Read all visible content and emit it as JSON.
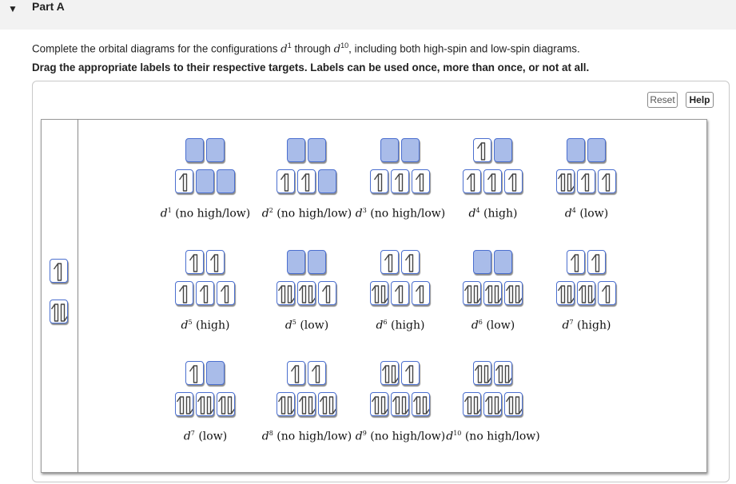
{
  "part": {
    "caret_icon": "caret-down-icon",
    "title": "Part A"
  },
  "instructions": {
    "line1_prefix": "Complete the orbital diagrams for the configurations ",
    "d_symbol": "d",
    "start_exp": "1",
    "through": " through ",
    "end_exp": "10",
    "line1_suffix": ", including both high-spin and low-spin diagrams.",
    "line2": "Drag the appropriate labels to their respective targets. Labels can be used once, more than once, or not at all."
  },
  "buttons": {
    "reset": "Reset",
    "help": "Help"
  },
  "palette": [
    {
      "symbol": "single-up-arrow"
    },
    {
      "symbol": "paired-up-down-arrows"
    }
  ],
  "diagrams": [
    {
      "top": [
        "",
        ""
      ],
      "bottom": [
        "1",
        "",
        ""
      ],
      "d": "d",
      "n": "1",
      "desc": " (no high/low)"
    },
    {
      "top": [
        "",
        ""
      ],
      "bottom": [
        "1",
        "1",
        ""
      ],
      "d": "d",
      "n": "2",
      "desc": " (no high/low)"
    },
    {
      "top": [
        "",
        ""
      ],
      "bottom": [
        "1",
        "1",
        "1"
      ],
      "d": "d",
      "n": "3",
      "desc": " (no high/low)"
    },
    {
      "top": [
        "1",
        ""
      ],
      "bottom": [
        "1",
        "1",
        "1"
      ],
      "d": "d",
      "n": "4",
      "desc": " (high)"
    },
    {
      "top": [
        "",
        ""
      ],
      "bottom": [
        "2",
        "1",
        "1"
      ],
      "d": "d",
      "n": "4",
      "desc": " (low)"
    },
    {
      "top": [
        "1",
        "1"
      ],
      "bottom": [
        "1",
        "1",
        "1"
      ],
      "d": "d",
      "n": "5",
      "desc": " (high)"
    },
    {
      "top": [
        "",
        ""
      ],
      "bottom": [
        "2",
        "2",
        "1"
      ],
      "d": "d",
      "n": "5",
      "desc": " (low)"
    },
    {
      "top": [
        "1",
        "1"
      ],
      "bottom": [
        "2",
        "1",
        "1"
      ],
      "d": "d",
      "n": "6",
      "desc": " (high)"
    },
    {
      "top": [
        "",
        ""
      ],
      "bottom": [
        "2",
        "2",
        "2"
      ],
      "d": "d",
      "n": "6",
      "desc": " (low)"
    },
    {
      "top": [
        "1",
        "1"
      ],
      "bottom": [
        "2",
        "2",
        "1"
      ],
      "d": "d",
      "n": "7",
      "desc": " (high)"
    },
    {
      "top": [
        "1",
        ""
      ],
      "bottom": [
        "2",
        "2",
        "2"
      ],
      "d": "d",
      "n": "7",
      "desc": " (low)"
    },
    {
      "top": [
        "1",
        "1"
      ],
      "bottom": [
        "2",
        "2",
        "2"
      ],
      "d": "d",
      "n": "8",
      "desc": " (no high/low)"
    },
    {
      "top": [
        "2",
        "1"
      ],
      "bottom": [
        "2",
        "2",
        "2"
      ],
      "d": "d",
      "n": "9",
      "desc": " (no high/low)"
    },
    {
      "top": [
        "2",
        "2"
      ],
      "bottom": [
        "2",
        "2",
        "2"
      ],
      "d": "d",
      "n": "10",
      "desc": " (no high/low)"
    }
  ],
  "colors": {
    "box_border": "#4b6fcf",
    "empty_target": "#a9bce9",
    "header_bg": "#f2f2f2"
  }
}
